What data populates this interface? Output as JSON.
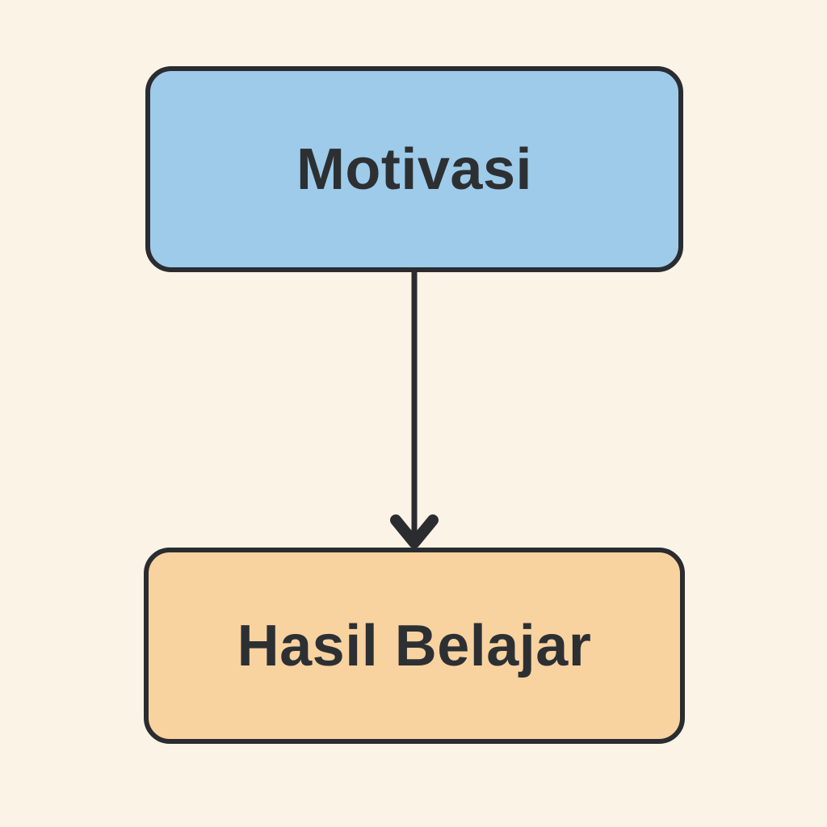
{
  "diagram": {
    "title": "Motivasi to Hasil Belajar flow diagram",
    "background_color": "#FAF3E6",
    "stroke_color": "#2A2C30",
    "text_color": "#2D3033",
    "nodes": [
      {
        "id": "motivasi",
        "label": "Motivasi",
        "fill": "#9ECBEA",
        "shape": "rounded-rectangle"
      },
      {
        "id": "hasil-belajar",
        "label": "Hasil Belajar",
        "fill": "#F8D3A0",
        "shape": "rounded-rectangle"
      }
    ],
    "edges": [
      {
        "from": "motivasi",
        "to": "hasil-belajar",
        "style": "arrow-down",
        "color": "#2A2C30"
      }
    ]
  }
}
